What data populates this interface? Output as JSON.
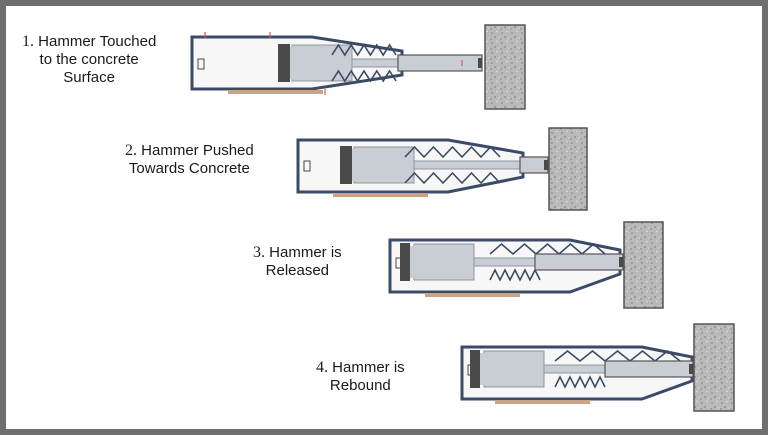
{
  "steps": [
    {
      "number": "1.",
      "lines": [
        "Hammer Touched",
        "to the concrete",
        "Surface"
      ]
    },
    {
      "number": "2.",
      "lines": [
        "Hammer Pushed",
        "Towards Concrete"
      ]
    },
    {
      "number": "3.",
      "lines": [
        "Hammer is",
        "Released"
      ]
    },
    {
      "number": "4.",
      "lines": [
        "Hammer is",
        "Rebound"
      ]
    }
  ],
  "colors": {
    "housing_outline": "#3b4a66",
    "housing_fill": "#f7f7f7",
    "piston": "#c9cdd4",
    "piston_dark": "#4a4a4a",
    "spring": "#3b4a66",
    "base_plate": "#c9a486",
    "concrete": "#b9b9b9",
    "marker": "#d9534f"
  }
}
